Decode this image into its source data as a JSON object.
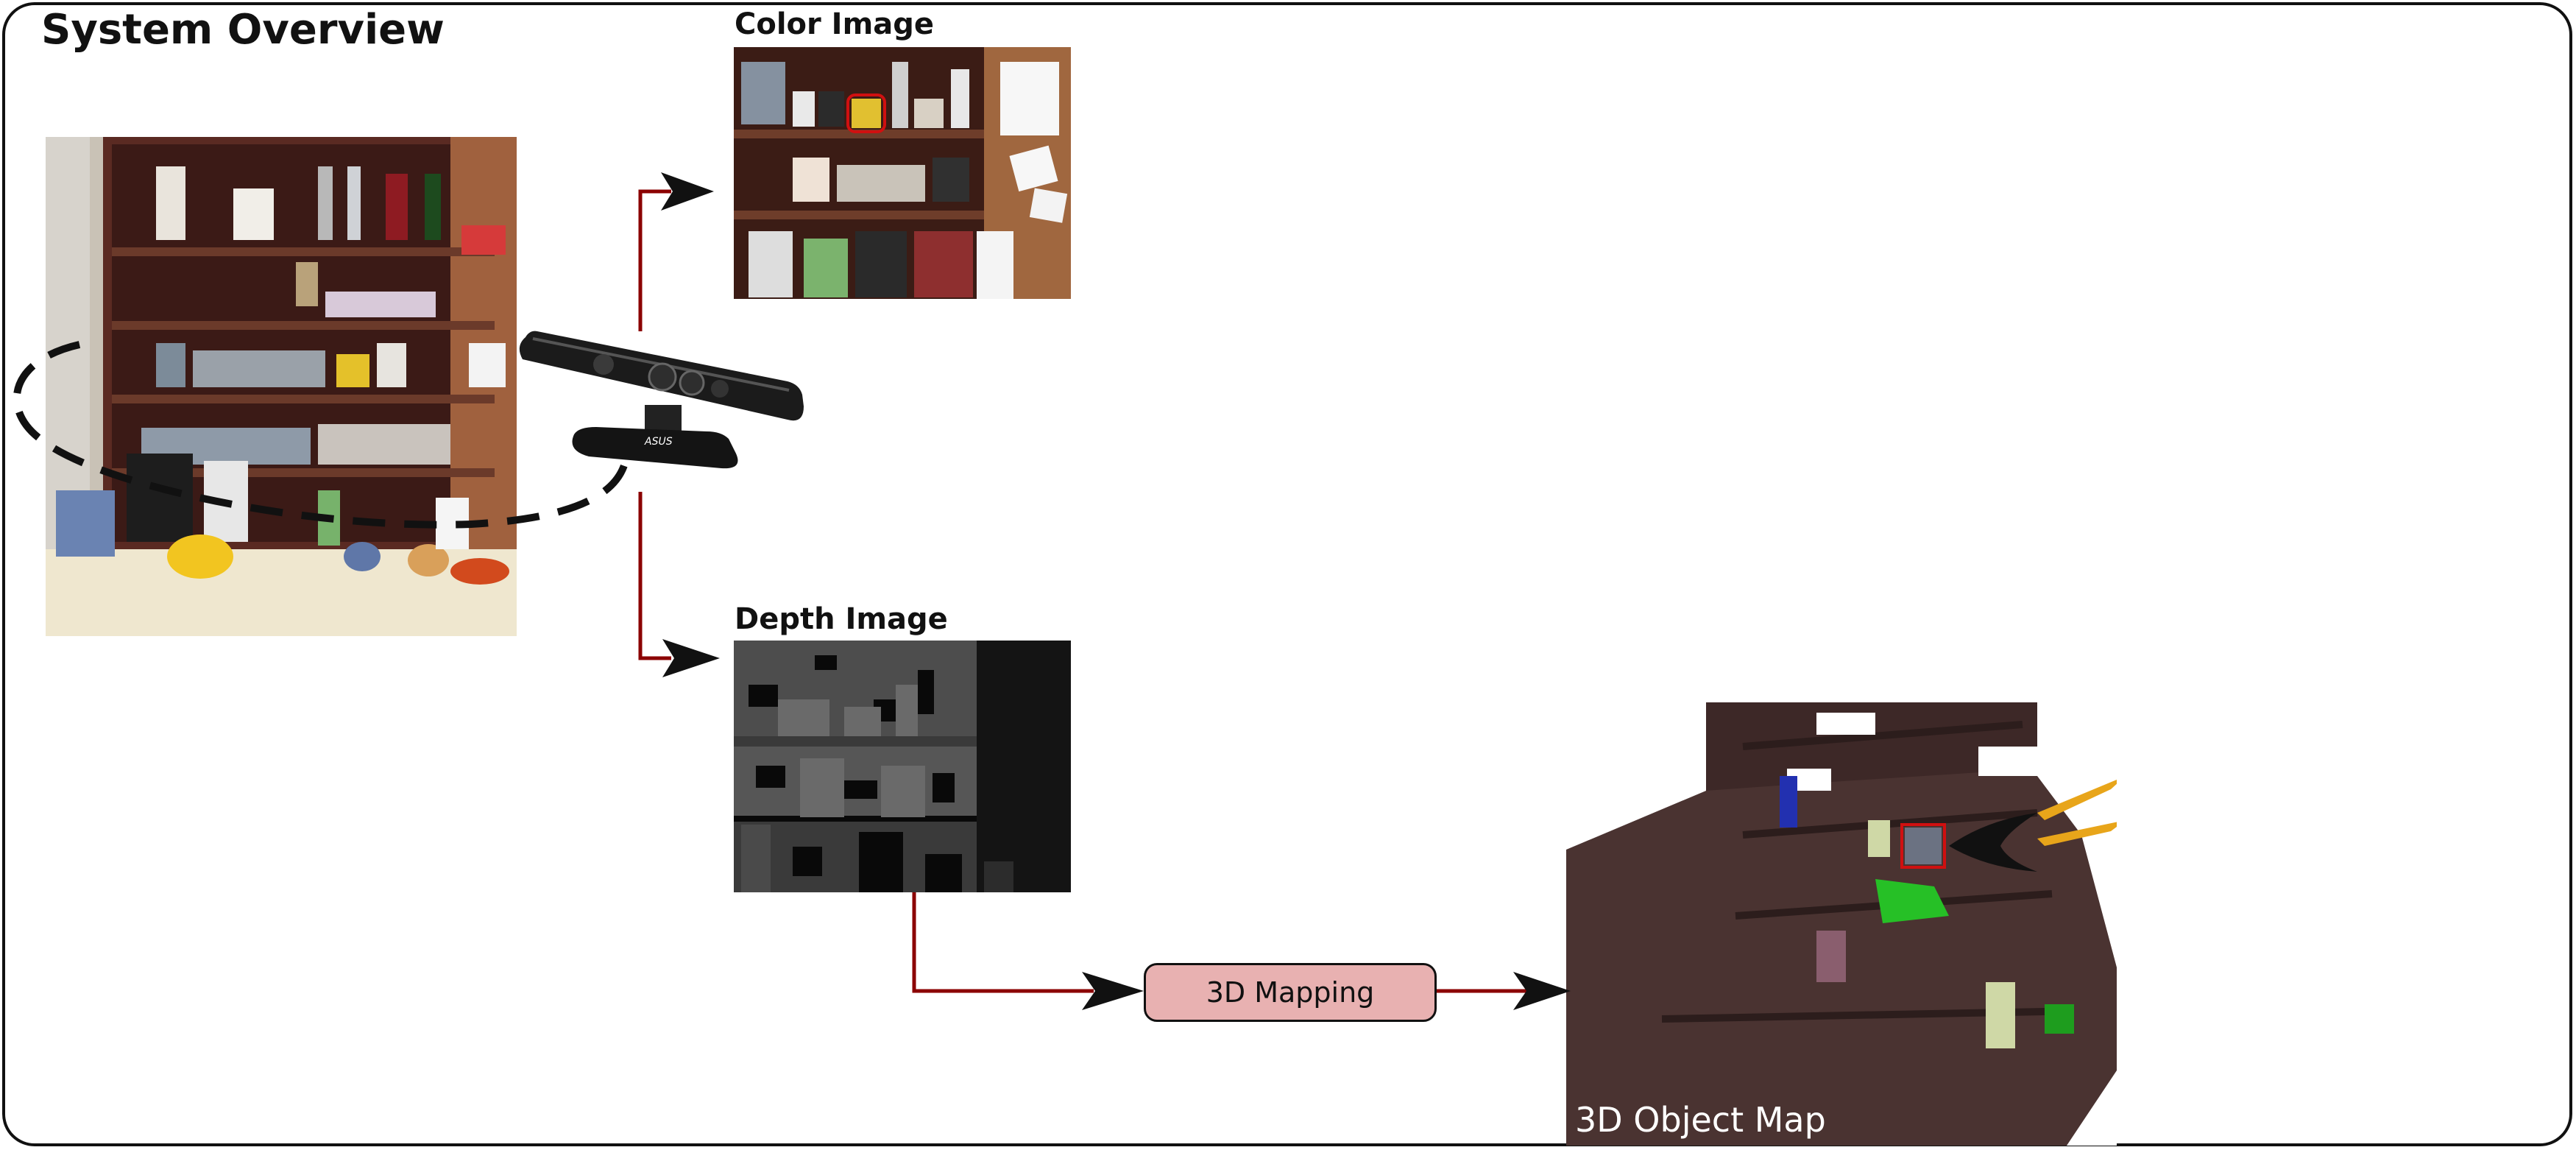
{
  "title": "System Overview",
  "labels": {
    "color_image": "Color Image",
    "depth_image": "Depth Image",
    "mapping": "3D Mapping",
    "object_map": "3D Object Map",
    "sensor_brand": "ASUS"
  },
  "colors": {
    "arrow_line": "#8b0000",
    "mapping_box": "#e8b1b1",
    "highlight": "#d01010",
    "map_points": "#4a3331"
  }
}
